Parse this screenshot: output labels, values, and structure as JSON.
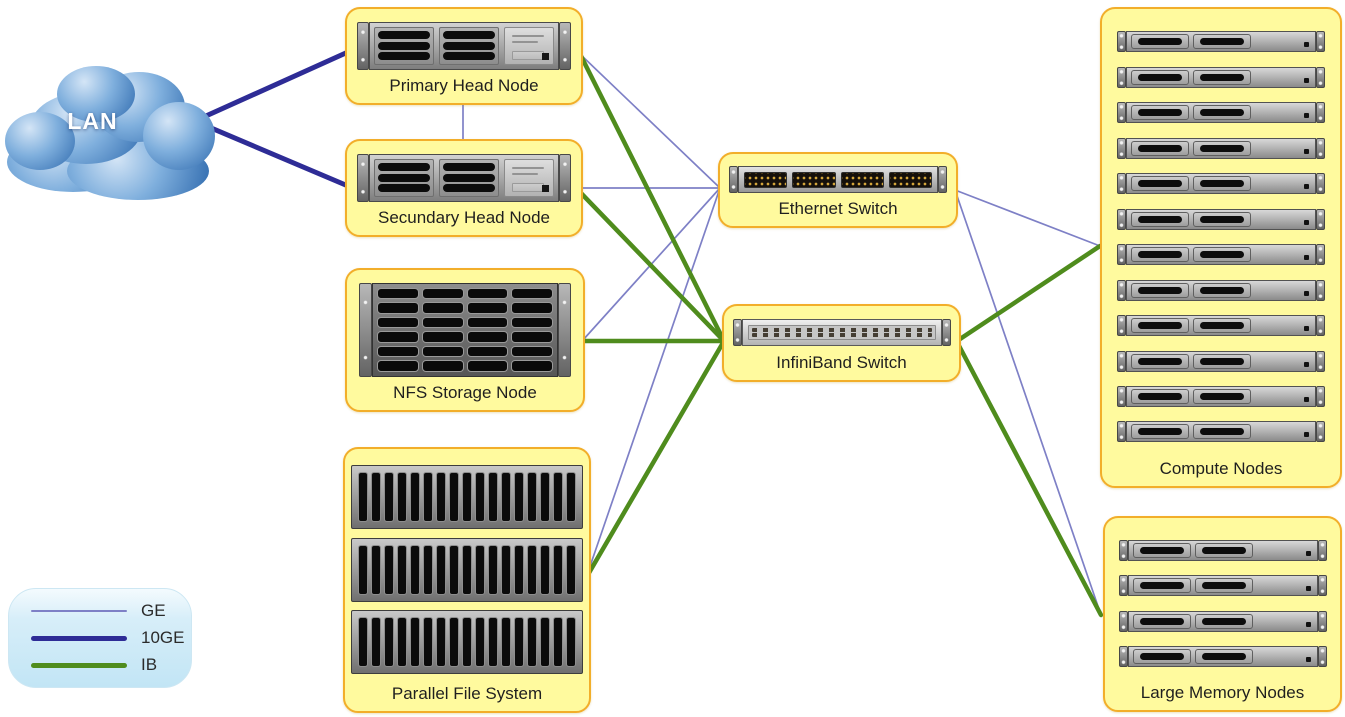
{
  "diagram": {
    "cloud": {
      "label": "LAN"
    },
    "link_types": {
      "ge": {
        "label": "GE",
        "color": "#7e80c6",
        "width": 1.7
      },
      "10ge": {
        "label": "10GE",
        "color": "#2e2c96",
        "width": 5
      },
      "ib": {
        "label": "IB",
        "color": "#4f8c1d",
        "width": 4.5
      }
    },
    "legend_order": [
      "ge",
      "10ge",
      "ib"
    ],
    "nodes": [
      {
        "id": "primary-head-node",
        "label": "Primary Head Node",
        "hardware": "server-2u",
        "units": 1
      },
      {
        "id": "secondary-head-node",
        "label": "Secundary Head Node",
        "hardware": "server-2u",
        "units": 1
      },
      {
        "id": "nfs-storage-node",
        "label": "NFS Storage Node",
        "hardware": "storage-array",
        "units": 1
      },
      {
        "id": "parallel-file-system",
        "label": "Parallel File System",
        "hardware": "disk-shelf",
        "units": 3
      },
      {
        "id": "ethernet-switch",
        "label": "Ethernet Switch",
        "hardware": "ethernet-switch",
        "units": 1
      },
      {
        "id": "infiniband-switch",
        "label": "InfiniBand Switch",
        "hardware": "ib-switch",
        "units": 1
      },
      {
        "id": "compute-nodes",
        "label": "Compute Nodes",
        "hardware": "server-1u",
        "units": 12
      },
      {
        "id": "large-memory-nodes",
        "label": "Large Memory Nodes",
        "hardware": "server-1u",
        "units": 4
      }
    ],
    "hardware_specs": {
      "server-2u": {
        "bay_groups": 2,
        "slots_per_group": 3
      },
      "server-1u": {
        "bays": 2
      },
      "storage-array": {
        "columns": 4,
        "rows": 6
      },
      "disk-shelf": {
        "slots": 17
      },
      "ethernet-switch": {
        "port_groups": 4
      },
      "ib-switch": {
        "port_rows": 2
      }
    },
    "edges": [
      {
        "from": "lan",
        "to": "primary-head-node",
        "type": "10ge",
        "points": [
          197,
          120,
          348,
          52
        ]
      },
      {
        "from": "lan",
        "to": "secondary-head-node",
        "type": "10ge",
        "points": [
          197,
          122,
          348,
          186
        ]
      },
      {
        "from": "primary-head-node",
        "to": "secondary-head-node",
        "type": "ge",
        "points": [
          463,
          102,
          463,
          141
        ]
      },
      {
        "from": "primary-head-node",
        "to": "ethernet-switch",
        "type": "ge",
        "points": [
          581,
          55,
          720,
          188
        ]
      },
      {
        "from": "secondary-head-node",
        "to": "ethernet-switch",
        "type": "ge",
        "points": [
          580,
          188,
          720,
          188
        ]
      },
      {
        "from": "nfs-storage-node",
        "to": "ethernet-switch",
        "type": "ge",
        "points": [
          583,
          340,
          720,
          188
        ]
      },
      {
        "from": "parallel-file-system",
        "to": "ethernet-switch",
        "type": "ge",
        "points": [
          586,
          578,
          720,
          188
        ]
      },
      {
        "from": "primary-head-node",
        "to": "infiniband-switch",
        "type": "ib",
        "points": [
          581,
          56,
          724,
          341
        ]
      },
      {
        "from": "secondary-head-node",
        "to": "infiniband-switch",
        "type": "ib",
        "points": [
          578,
          190,
          724,
          341
        ]
      },
      {
        "from": "nfs-storage-node",
        "to": "infiniband-switch",
        "type": "ib",
        "points": [
          583,
          341,
          724,
          341
        ]
      },
      {
        "from": "parallel-file-system",
        "to": "infiniband-switch",
        "type": "ib",
        "points": [
          586,
          578,
          724,
          341
        ]
      },
      {
        "from": "ethernet-switch",
        "to": "compute-nodes",
        "type": "ge",
        "points": [
          955,
          190,
          1100,
          246
        ]
      },
      {
        "from": "ethernet-switch",
        "to": "large-memory-nodes",
        "type": "ge",
        "points": [
          955,
          190,
          1101,
          615
        ]
      },
      {
        "from": "infiniband-switch",
        "to": "compute-nodes",
        "type": "ib",
        "points": [
          957,
          341,
          1100,
          246
        ]
      },
      {
        "from": "infiniband-switch",
        "to": "large-memory-nodes",
        "type": "ib",
        "points": [
          957,
          342,
          1101,
          615
        ]
      }
    ]
  }
}
